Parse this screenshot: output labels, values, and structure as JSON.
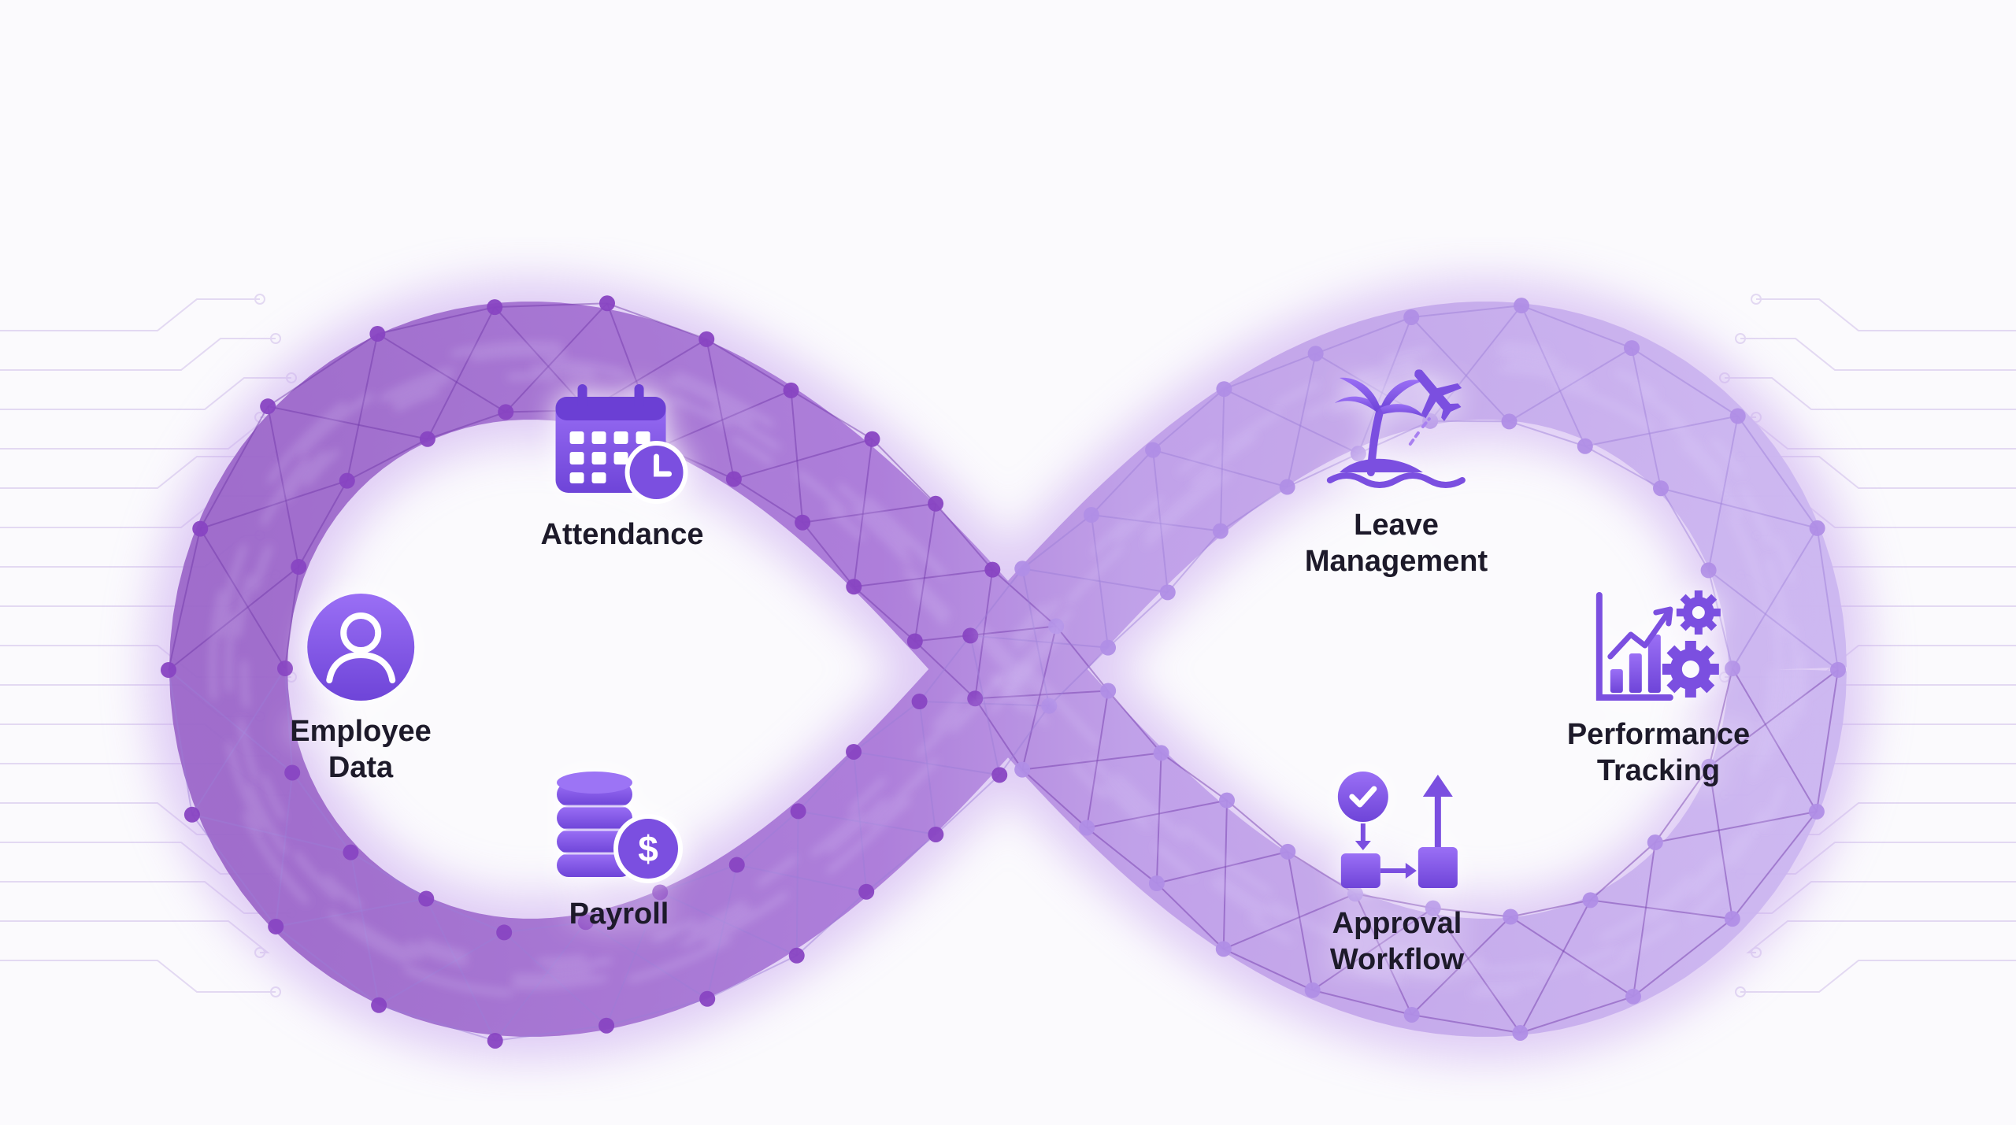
{
  "colors": {
    "loop_left": "#8e52c4",
    "loop_right": "#b99be6",
    "node_dot": "#8845c2",
    "icon_primary": "#7b4fe0",
    "icon_light": "#a880f0",
    "circuit": "#e3d9f2",
    "label": "#1d1a2a"
  },
  "modules": [
    {
      "id": "attendance",
      "label": "Attendance",
      "icon": "calendar-clock-icon"
    },
    {
      "id": "employee-data",
      "label": "Employee\nData",
      "icon": "user-profile-icon"
    },
    {
      "id": "payroll",
      "label": "Payroll",
      "icon": "coins-dollar-icon"
    },
    {
      "id": "leave-management",
      "label": "Leave\nManagement",
      "icon": "palm-island-plane-icon"
    },
    {
      "id": "performance-tracking",
      "label": "Performance\nTracking",
      "icon": "chart-gears-icon"
    },
    {
      "id": "approval-workflow",
      "label": "Approval\nWorkflow",
      "icon": "approval-flow-icon"
    }
  ]
}
